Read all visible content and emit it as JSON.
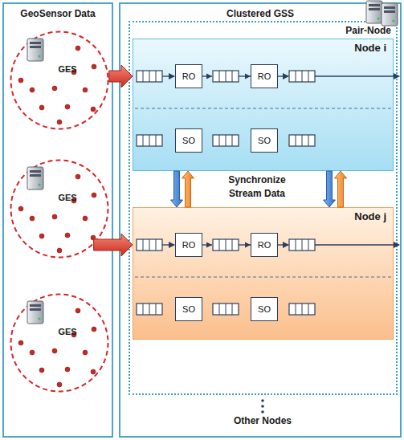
{
  "diagram": {
    "nodes": [
      {
        "text": [
          "GeoSensor Data"
        ]
      },
      {
        "text": [
          "GES"
        ],
        "in": 0
      },
      {
        "text": [
          "GES"
        ],
        "in": 0
      },
      {
        "text": [
          "GES"
        ],
        "in": 0
      },
      {
        "text": [
          "Clustered GSS"
        ]
      },
      {
        "text": [
          "Pair-Node"
        ],
        "in": 4
      },
      {
        "text": [
          "Node i"
        ],
        "in": 5
      },
      {
        "text": [
          "RO"
        ],
        "in": 6
      },
      {
        "text": [
          "RO"
        ],
        "in": 6
      },
      {
        "text": [
          "SO"
        ],
        "in": 6
      },
      {
        "text": [
          "SO"
        ],
        "in": 6
      },
      {
        "text": [
          "Node j"
        ],
        "in": 5
      },
      {
        "text": [
          "RO"
        ],
        "in": 11
      },
      {
        "text": [
          "RO"
        ],
        "in": 11
      },
      {
        "text": [
          "SO"
        ],
        "in": 11
      },
      {
        "text": [
          "SO"
        ],
        "in": 11
      }
    ],
    "edges": [
      {
        "from": 1,
        "to": 6,
        "arrow": "to"
      },
      {
        "from": 2,
        "to": 11,
        "arrow": "to"
      },
      {
        "from": 7,
        "to": 8,
        "arrow": "to"
      },
      {
        "from": 12,
        "to": 13,
        "arrow": "to"
      },
      {
        "from": 6,
        "to": 11,
        "arrow": "to"
      },
      {
        "from": 11,
        "to": 6,
        "arrow": "to"
      },
      {
        "from": 6,
        "to": 11,
        "arrow": "to"
      },
      {
        "from": 11,
        "to": 6,
        "arrow": "to"
      }
    ],
    "labels": [
      "Synchronize Stream Data",
      "Other Nodes"
    ]
  }
}
